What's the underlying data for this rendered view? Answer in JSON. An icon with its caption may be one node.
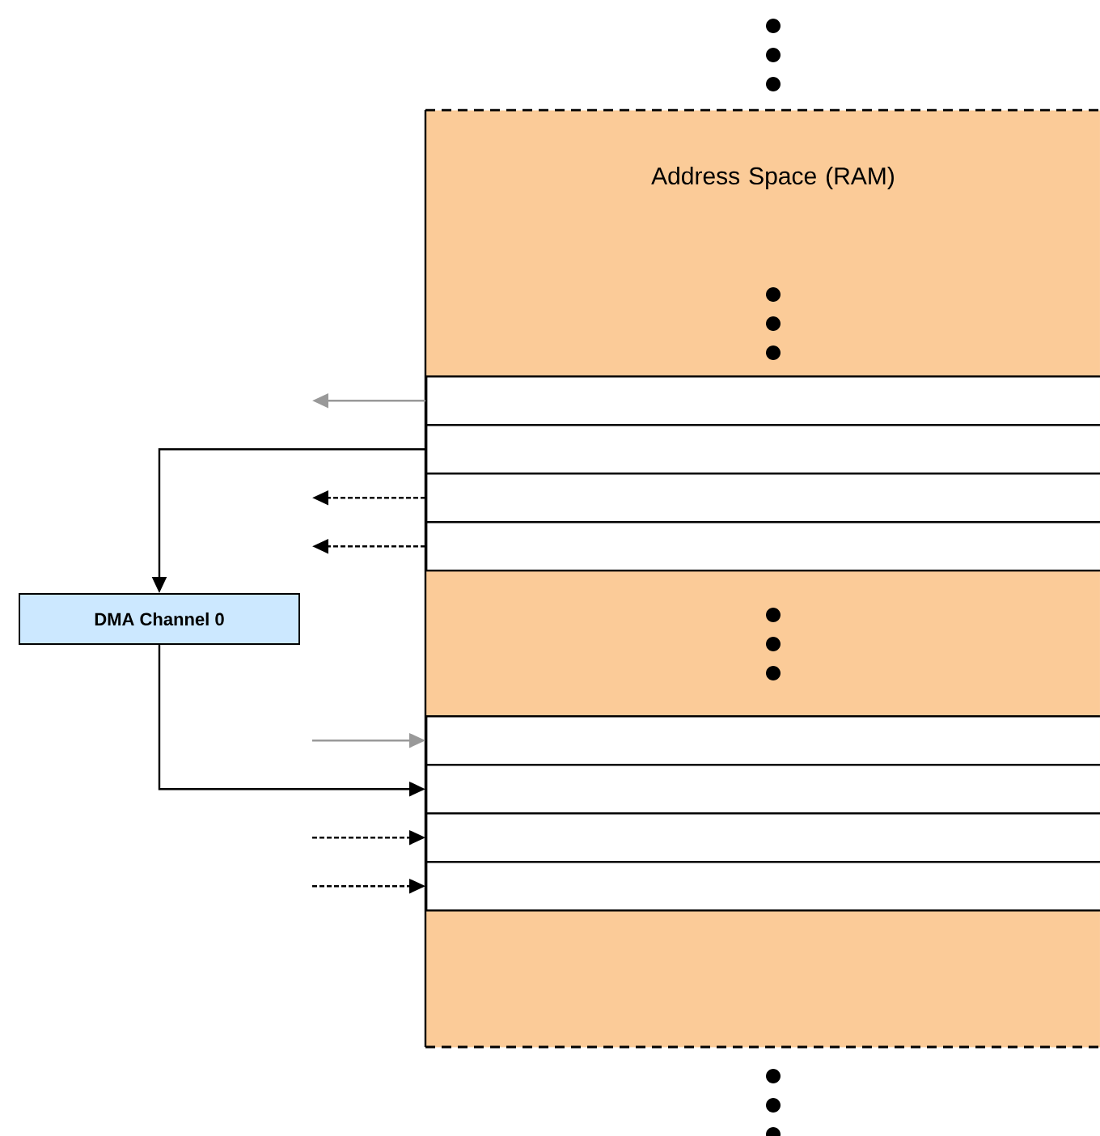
{
  "diagram": {
    "nodes": [
      {
        "text": [
          "Address Space (RAM)"
        ]
      },
      {
        "text": [],
        "shape": "box",
        "in": 0
      },
      {
        "text": [],
        "shape": "box",
        "in": 0
      },
      {
        "text": [],
        "shape": "box",
        "in": 0
      },
      {
        "text": [],
        "shape": "box",
        "in": 0
      },
      {
        "text": [],
        "shape": "box",
        "in": 0
      },
      {
        "text": [],
        "shape": "box",
        "in": 0
      },
      {
        "text": [],
        "shape": "box",
        "in": 0
      },
      {
        "text": [],
        "shape": "box",
        "in": 0
      },
      {
        "text": [
          "DMA Channel 0"
        ]
      }
    ],
    "edges": [
      {
        "from": 1,
        "to": null,
        "arrow": "to",
        "color": "#999999"
      },
      {
        "from": 2,
        "to": 9,
        "arrow": "to"
      },
      {
        "from": 3,
        "to": null,
        "arrow": "to",
        "style": "dashed"
      },
      {
        "from": 4,
        "to": null,
        "arrow": "to",
        "style": "dashed"
      },
      {
        "from": null,
        "to": 5,
        "arrow": "to",
        "color": "#999999"
      },
      {
        "from": 9,
        "to": 6,
        "arrow": "to"
      },
      {
        "from": null,
        "to": 7,
        "arrow": "to",
        "style": "dashed"
      },
      {
        "from": null,
        "to": 8,
        "arrow": "to",
        "style": "dashed"
      }
    ]
  }
}
